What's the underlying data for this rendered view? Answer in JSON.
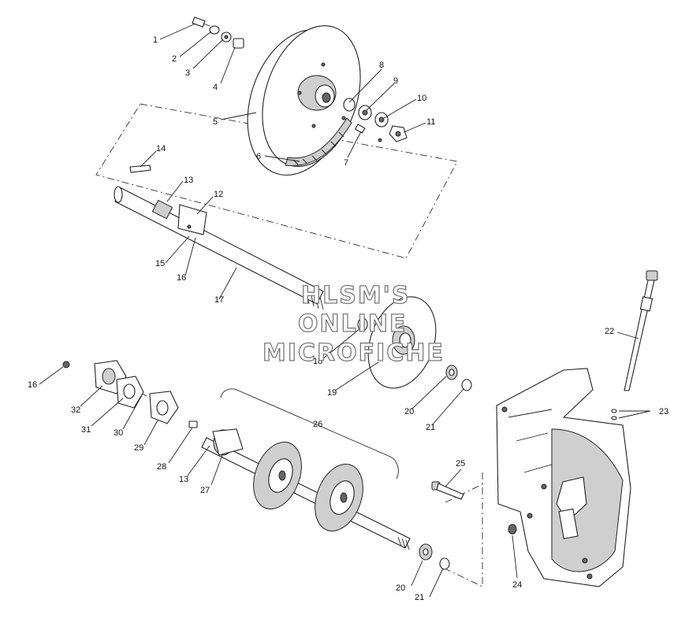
{
  "callouts": [
    {
      "label": "1"
    },
    {
      "label": "2"
    },
    {
      "label": "3"
    },
    {
      "label": "4"
    },
    {
      "label": "5"
    },
    {
      "label": "6"
    },
    {
      "label": "7"
    },
    {
      "label": "8"
    },
    {
      "label": "9"
    },
    {
      "label": "10"
    },
    {
      "label": "11"
    },
    {
      "label": "12"
    },
    {
      "label": "13"
    },
    {
      "label": "14"
    },
    {
      "label": "15"
    },
    {
      "label": "16"
    },
    {
      "label": "17"
    },
    {
      "label": "18"
    },
    {
      "label": "19"
    },
    {
      "label": "20"
    },
    {
      "label": "21"
    },
    {
      "label": "22"
    },
    {
      "label": "23"
    },
    {
      "label": "16"
    },
    {
      "label": "32"
    },
    {
      "label": "31"
    },
    {
      "label": "30"
    },
    {
      "label": "29"
    },
    {
      "label": "28"
    },
    {
      "label": "13"
    },
    {
      "label": "27"
    },
    {
      "label": "26"
    },
    {
      "label": "25"
    },
    {
      "label": "24"
    },
    {
      "label": "20"
    },
    {
      "label": "21"
    }
  ],
  "watermark": {
    "line1": "HLSM'S",
    "line2": "ONLINE",
    "line3": "MICROFICHE"
  }
}
